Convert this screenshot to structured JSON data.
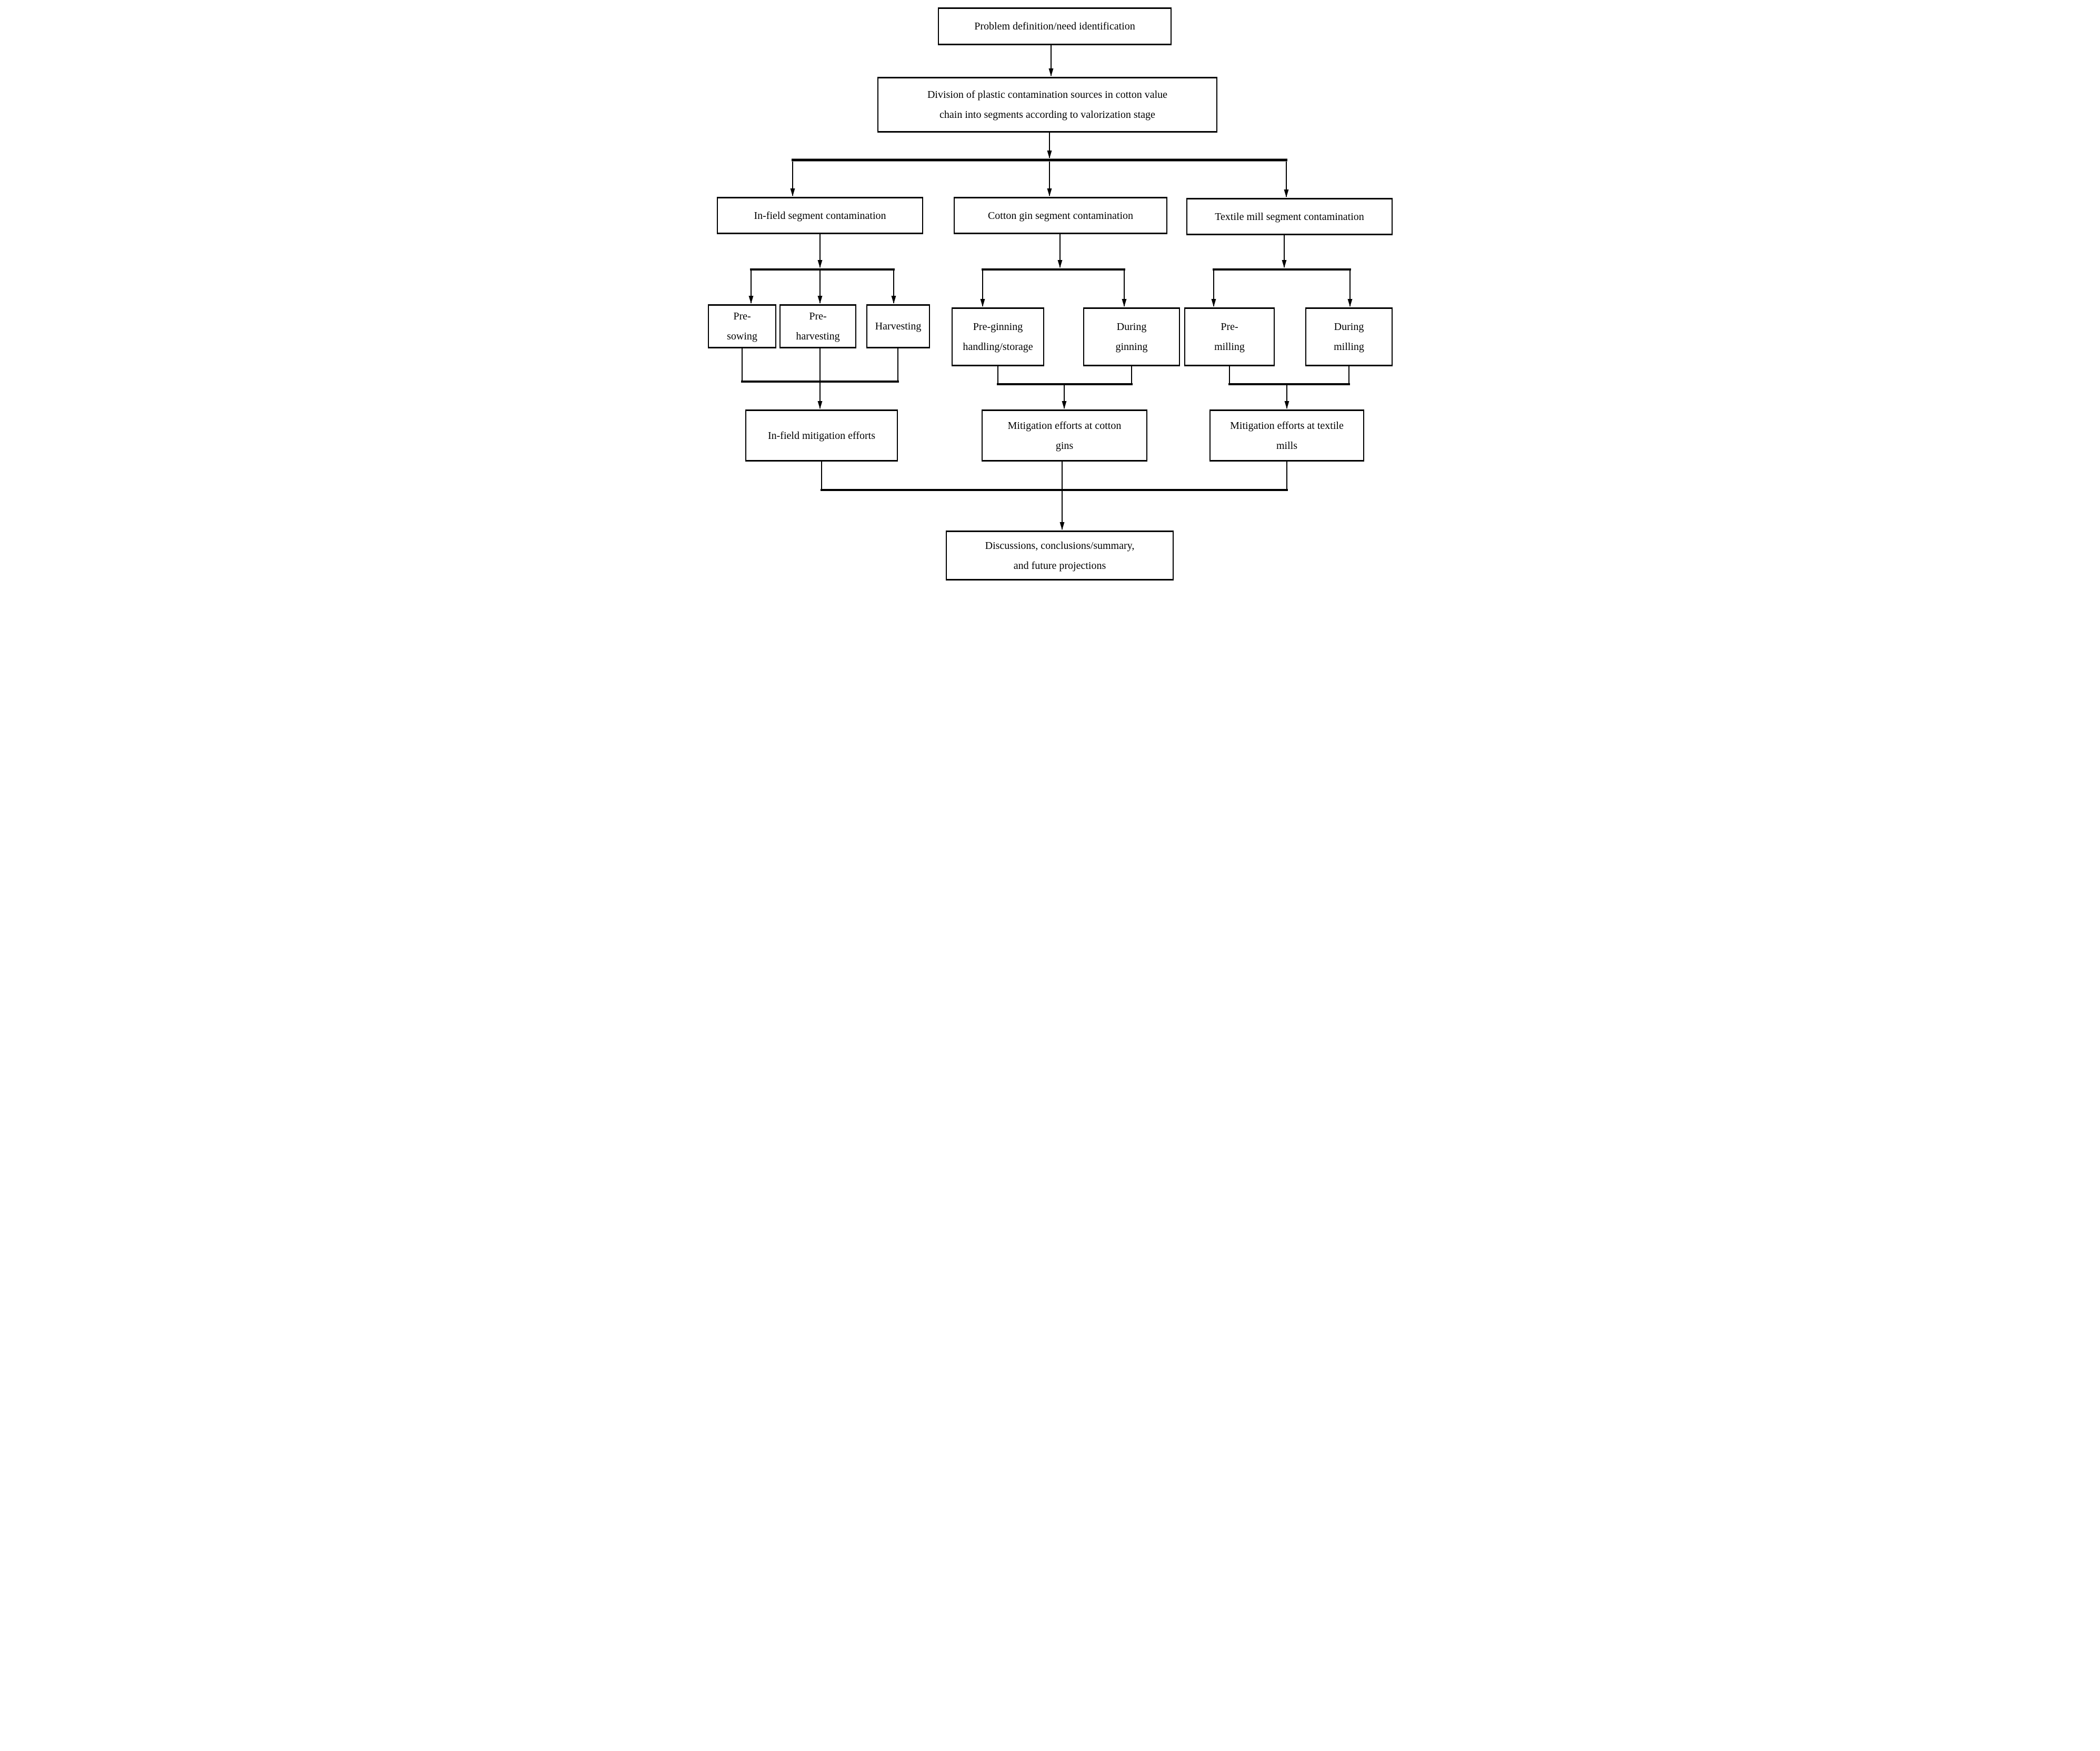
{
  "figure": {
    "type": "flowchart",
    "background_color": "#ffffff",
    "line_color": "#000000",
    "text_color": "#000000",
    "nodes": {
      "problem": "Problem definition/need identification",
      "division": "Division of plastic contamination sources in cotton value\nchain into segments according to valorization stage",
      "infield": "In-field segment contamination",
      "gin": "Cotton gin segment contamination",
      "mill": "Textile mill segment contamination",
      "presowing": "Pre-\nsowing",
      "preharvesting": "Pre-\nharvesting",
      "harvesting": "Harvesting",
      "preginning": "Pre-ginning\nhandling/storage",
      "duringginning": "During\nginning",
      "premilling": "Pre-\nmilling",
      "duringmilling": "During\nmilling",
      "infieldmitigation": "In-field mitigation efforts",
      "ginmitigation": "Mitigation efforts at cotton\ngins",
      "millmitigation": "Mitigation efforts at textile\nmills",
      "discussions": "Discussions, conclusions/summary,\nand future projections"
    },
    "edges": [
      {
        "from": "problem",
        "to": "division"
      },
      {
        "from": "division",
        "to": "infield"
      },
      {
        "from": "division",
        "to": "gin"
      },
      {
        "from": "division",
        "to": "mill"
      },
      {
        "from": "infield",
        "to": "presowing"
      },
      {
        "from": "infield",
        "to": "preharvesting"
      },
      {
        "from": "infield",
        "to": "harvesting"
      },
      {
        "from": "gin",
        "to": "preginning"
      },
      {
        "from": "gin",
        "to": "duringginning"
      },
      {
        "from": "mill",
        "to": "premilling"
      },
      {
        "from": "mill",
        "to": "duringmilling"
      },
      {
        "from": "presowing",
        "to": "infieldmitigation"
      },
      {
        "from": "preharvesting",
        "to": "infieldmitigation"
      },
      {
        "from": "harvesting",
        "to": "infieldmitigation"
      },
      {
        "from": "preginning",
        "to": "ginmitigation"
      },
      {
        "from": "duringginning",
        "to": "ginmitigation"
      },
      {
        "from": "premilling",
        "to": "millmitigation"
      },
      {
        "from": "duringmilling",
        "to": "millmitigation"
      },
      {
        "from": "infieldmitigation",
        "to": "discussions"
      },
      {
        "from": "ginmitigation",
        "to": "discussions"
      },
      {
        "from": "millmitigation",
        "to": "discussions"
      }
    ]
  }
}
